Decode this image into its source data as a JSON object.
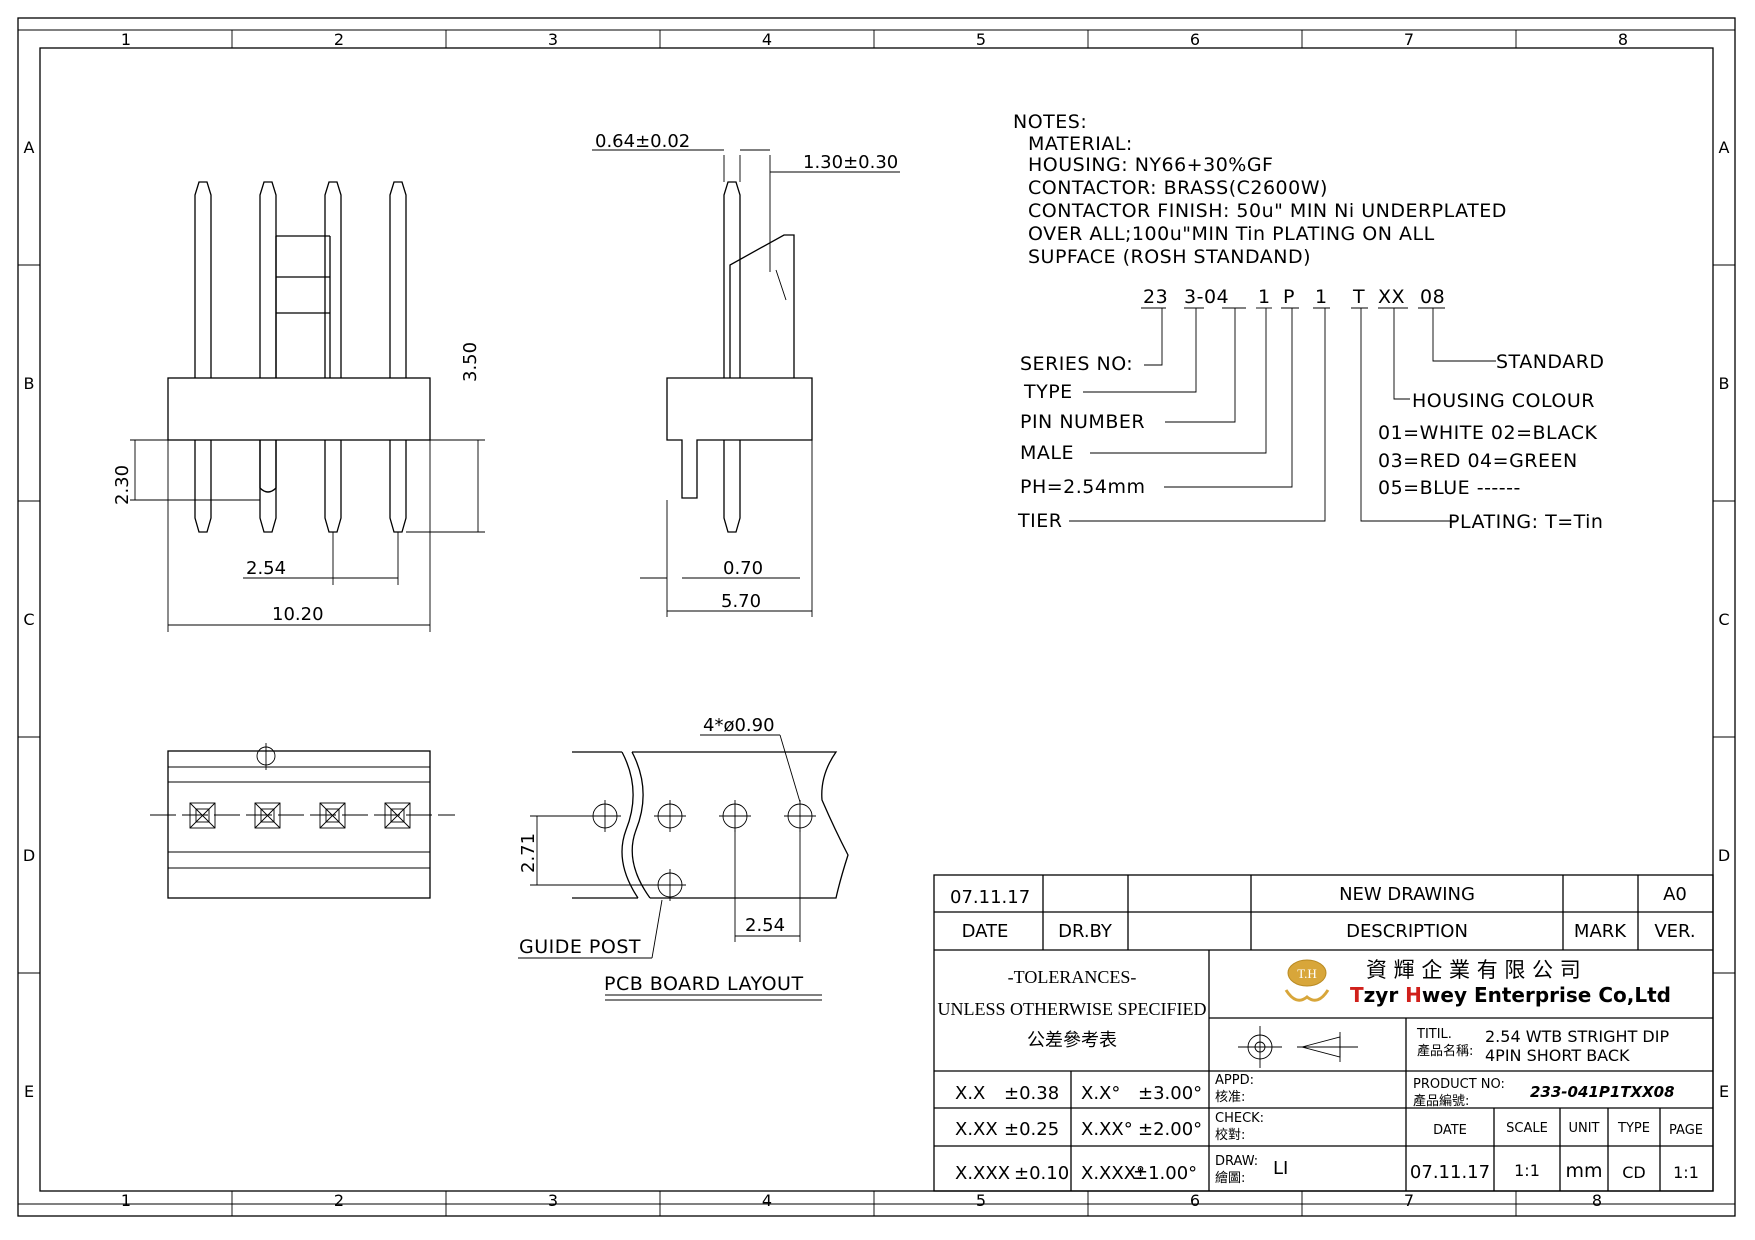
{
  "border": {
    "columns": [
      "1",
      "2",
      "3",
      "4",
      "5",
      "6",
      "7",
      "8"
    ],
    "bottom_columns": [
      "1",
      "2",
      "3",
      "4",
      "5",
      "6",
      "7",
      "8"
    ],
    "rows": [
      "A",
      "B",
      "C",
      "D",
      "E"
    ]
  },
  "notes": {
    "heading": "NOTES:",
    "lines": [
      "MATERIAL:",
      "HOUSING:  NY66+30%GF",
      "CONTACTOR:  BRASS(C2600W)",
      "CONTACTOR  FINISH:  50u\"  MIN  Ni  UNDERPLATED",
      "OVER  ALL;100u\"MIN  Tin  PLATING  ON  ALL",
      "SUPFACE  (ROSH  STANDAND)"
    ]
  },
  "part_code": {
    "segments": [
      "23",
      "3-04",
      "1",
      "P",
      "1",
      "T",
      "XX",
      "08"
    ],
    "labels_left": [
      "SERIES  NO:",
      "TYPE",
      "PIN  NUMBER",
      "MALE",
      "PH=2.54mm",
      "TIER"
    ],
    "labels_right": [
      "STANDARD",
      "HOUSING  COLOUR",
      "PLATING: T=Tin"
    ],
    "colour_options": [
      "01=WHITE  02=BLACK",
      "03=RED    04=GREEN",
      "05=BLUE  ------"
    ]
  },
  "front_view": {
    "dims": {
      "height_top": "3.50",
      "height_bottom": "2.30",
      "pitch": "2.54",
      "width": "10.20"
    }
  },
  "side_view": {
    "dims": {
      "pin_width": "0.64±0.02",
      "latch": "1.30±0.30",
      "pin_offset": "0.70",
      "depth": "5.70"
    }
  },
  "pcb_layout": {
    "hole_spec": "4*ø0.90",
    "row_offset": "2.71",
    "pitch": "2.54",
    "guide_label": "GUIDE  POST",
    "title": "PCB  BOARD  LAYOUT"
  },
  "title_block": {
    "revision": {
      "date": "07.11.17",
      "description": "NEW  DRAWING",
      "version": "A0"
    },
    "headers": {
      "date": "DATE",
      "drawn_by": "DR.BY",
      "description": "DESCRIPTION",
      "mark": "MARK",
      "version": "VER."
    },
    "tolerances": {
      "title": "-TOLERANCES-",
      "subtitle": "UNLESS OTHERWISE SPECIFIED",
      "chinese": "公差參考表",
      "rows": [
        {
          "linear": "X.X",
          "linear_tol": "±0.38",
          "angle": "X.X°",
          "angle_tol": "±3.00°"
        },
        {
          "linear": "X.XX",
          "linear_tol": "±0.25",
          "angle": "X.XX°",
          "angle_tol": "±2.00°"
        },
        {
          "linear": "X.XXX",
          "linear_tol": "±0.10",
          "angle": "X.XXX°",
          "angle_tol": "±1.00°"
        }
      ]
    },
    "company": {
      "logo_text": "T.H",
      "chinese": "資 輝 企 業 有 限 公 司",
      "name_lead_1": "T",
      "name_rest_1": "zyr ",
      "name_lead_2": "H",
      "name_rest_2": "wey Enterprise Co,Ltd",
      "accent": "#d8a63a",
      "red": "#d0201b"
    },
    "titil_label": "TITIL.",
    "titil_cn": "產品名稱:",
    "title_line_1": "2.54 WTB STRIGHT  DIP",
    "title_line_2": "4PIN  SHORT BACK",
    "appd_label": "APPD:",
    "appd_cn": "核准:",
    "check_label": "CHECK:",
    "check_cn": "校對:",
    "draw_label": "DRAW:",
    "draw_cn": "繪圖:",
    "drawer": "LI",
    "product_no_label": "PRODUCT NO:",
    "product_no_cn": "產品編號:",
    "product_no": "233-041P1TXX08",
    "col_date": "DATE",
    "col_scale": "SCALE",
    "col_unit": "UNIT",
    "col_type": "TYPE",
    "col_page": "PAGE",
    "val_date": "07.11.17",
    "val_scale": "1:1",
    "val_unit": "mm",
    "val_type": "CD",
    "val_page": "1:1"
  }
}
